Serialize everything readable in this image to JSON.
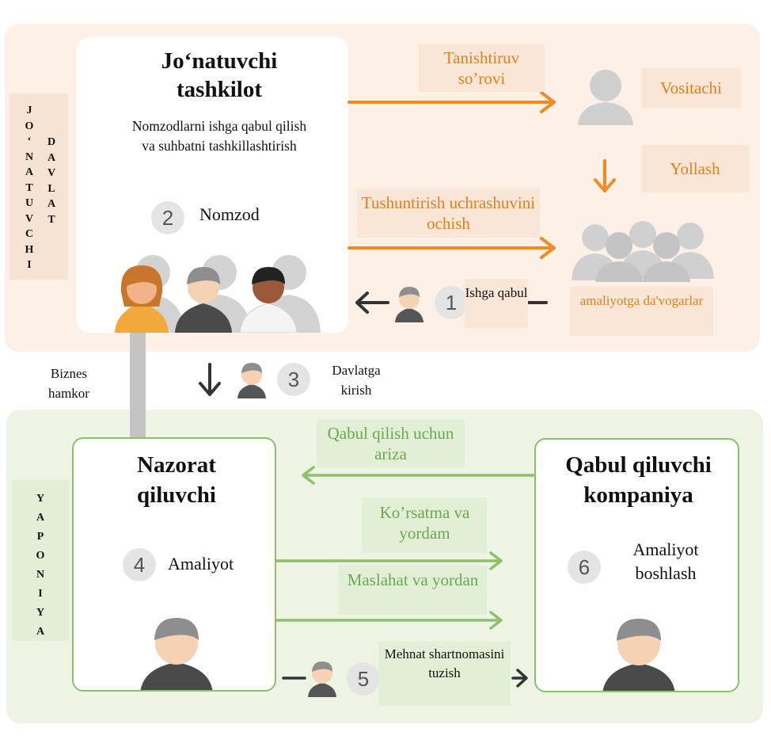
{
  "sending_org": {
    "title": "Jo‘natuvchi tashkilot",
    "description": "Nomzodlarni ishga qabul qilish va suhbatni tashkillashtirish",
    "step_number": "2",
    "step_label": "Nomzod"
  },
  "sending_country_label": [
    "JO‘NATUVCHI",
    "DAVLAT"
  ],
  "intro_request": "Tanishtiruv so’rovi",
  "intermediary": "Vositachi",
  "hiring": "Yollash",
  "explanation_meeting": "Tushuntirish uchrashuvini ochish",
  "step1": {
    "number": "1",
    "label": "Ishga qabul"
  },
  "internship_applicants": "amaliyotga da'vogarlar",
  "business_partner": "Biznes hamkor",
  "step3": {
    "number": "3",
    "label": "Davlatga kirish"
  },
  "japan_label": "YAPONIYA",
  "supervising_org": {
    "title": "Nazorat qiluvchi",
    "step_number": "4",
    "step_label": "Amaliyot"
  },
  "acceptance_application": "Qabul qilish uchun ariza",
  "guidance_support": "Ko’rsatma va yordam",
  "advice_support": "Maslahat va yordan",
  "receiving_company": {
    "title": "Qabul qiluvchi kompaniya",
    "step_number": "6",
    "step_label": "Amaliyot boshlash"
  },
  "step5": {
    "number": "5",
    "label": "Mehnat shartnomasini tuzish"
  },
  "colors": {
    "orange": "#f08a24",
    "green": "#8dc06a",
    "gray": "#c4c4c4"
  }
}
